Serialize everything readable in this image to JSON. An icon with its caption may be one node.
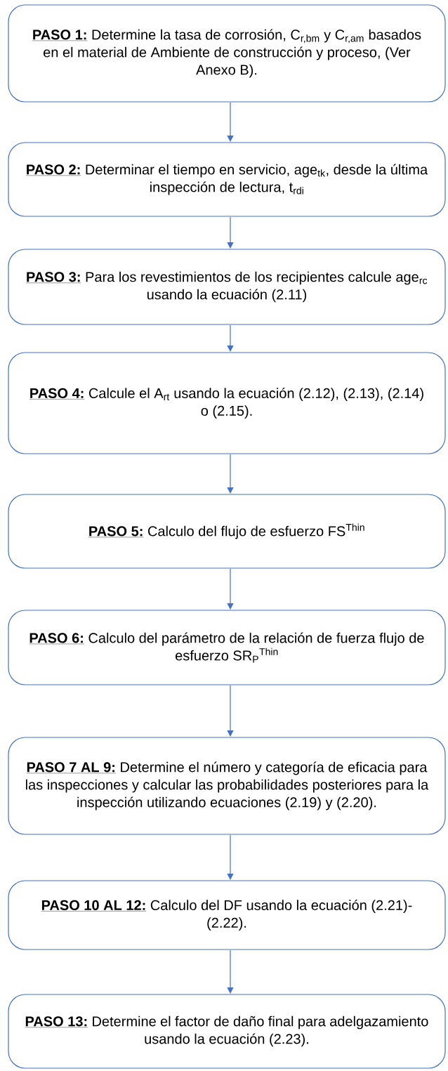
{
  "diagram": {
    "nodes": [
      {
        "text": [
          "PASO 1:",
          "Determine la tasa de corrosión, C$_{r,bm}$ y C$_{r,am}$ basados en el material de Ambiente de construcción y proceso, (Ver Anexo B)."
        ]
      },
      {
        "text": [
          "PASO 2:",
          "Determinar el tiempo en servicio, age$_{tk}$, desde la última inspección de lectura, t$_{rdi}$"
        ]
      },
      {
        "text": [
          "PASO 3:",
          "Para los revestimientos de los recipientes calcule age$_{rc}$ usando la ecuación (2.11)"
        ]
      },
      {
        "text": [
          "PASO 4:",
          "Calcule el A$_{rt}$ usando la ecuación (2.12), (2.13), (2.14) o (2.15)."
        ]
      },
      {
        "text": [
          "PASO 5:",
          "Calculo del flujo de esfuerzo FS$^{Thin}$"
        ]
      },
      {
        "text": [
          "PASO 6:",
          "Calculo del parámetro de la relación de fuerza flujo de esfuerzo SR$_{P}$$^{Thin}$"
        ]
      },
      {
        "text": [
          "PASO 7 AL 9:",
          "Determine el número y categoría de eficacia para las inspecciones y calcular las probabilidades posteriores para la inspección utilizando ecuaciones (2.19) y (2.20)."
        ]
      },
      {
        "text": [
          "PASO 10 AL 12:",
          "Calculo del DF usando la ecuación (2.21)- (2.22)."
        ]
      },
      {
        "text": [
          "PASO 13:",
          "Determine el factor de daño final para adelgazamiento usando la ecuación (2.23)."
        ]
      }
    ],
    "edges": [
      {
        "from": 0,
        "to": 1,
        "arrow": "to"
      },
      {
        "from": 1,
        "to": 2,
        "arrow": "to"
      },
      {
        "from": 2,
        "to": 3,
        "arrow": "to"
      },
      {
        "from": 3,
        "to": 4,
        "arrow": "to"
      },
      {
        "from": 4,
        "to": 5,
        "arrow": "to"
      },
      {
        "from": 5,
        "to": 6,
        "arrow": "to"
      },
      {
        "from": 6,
        "to": 7,
        "arrow": "to"
      },
      {
        "from": 7,
        "to": 8,
        "arrow": "to"
      }
    ]
  }
}
